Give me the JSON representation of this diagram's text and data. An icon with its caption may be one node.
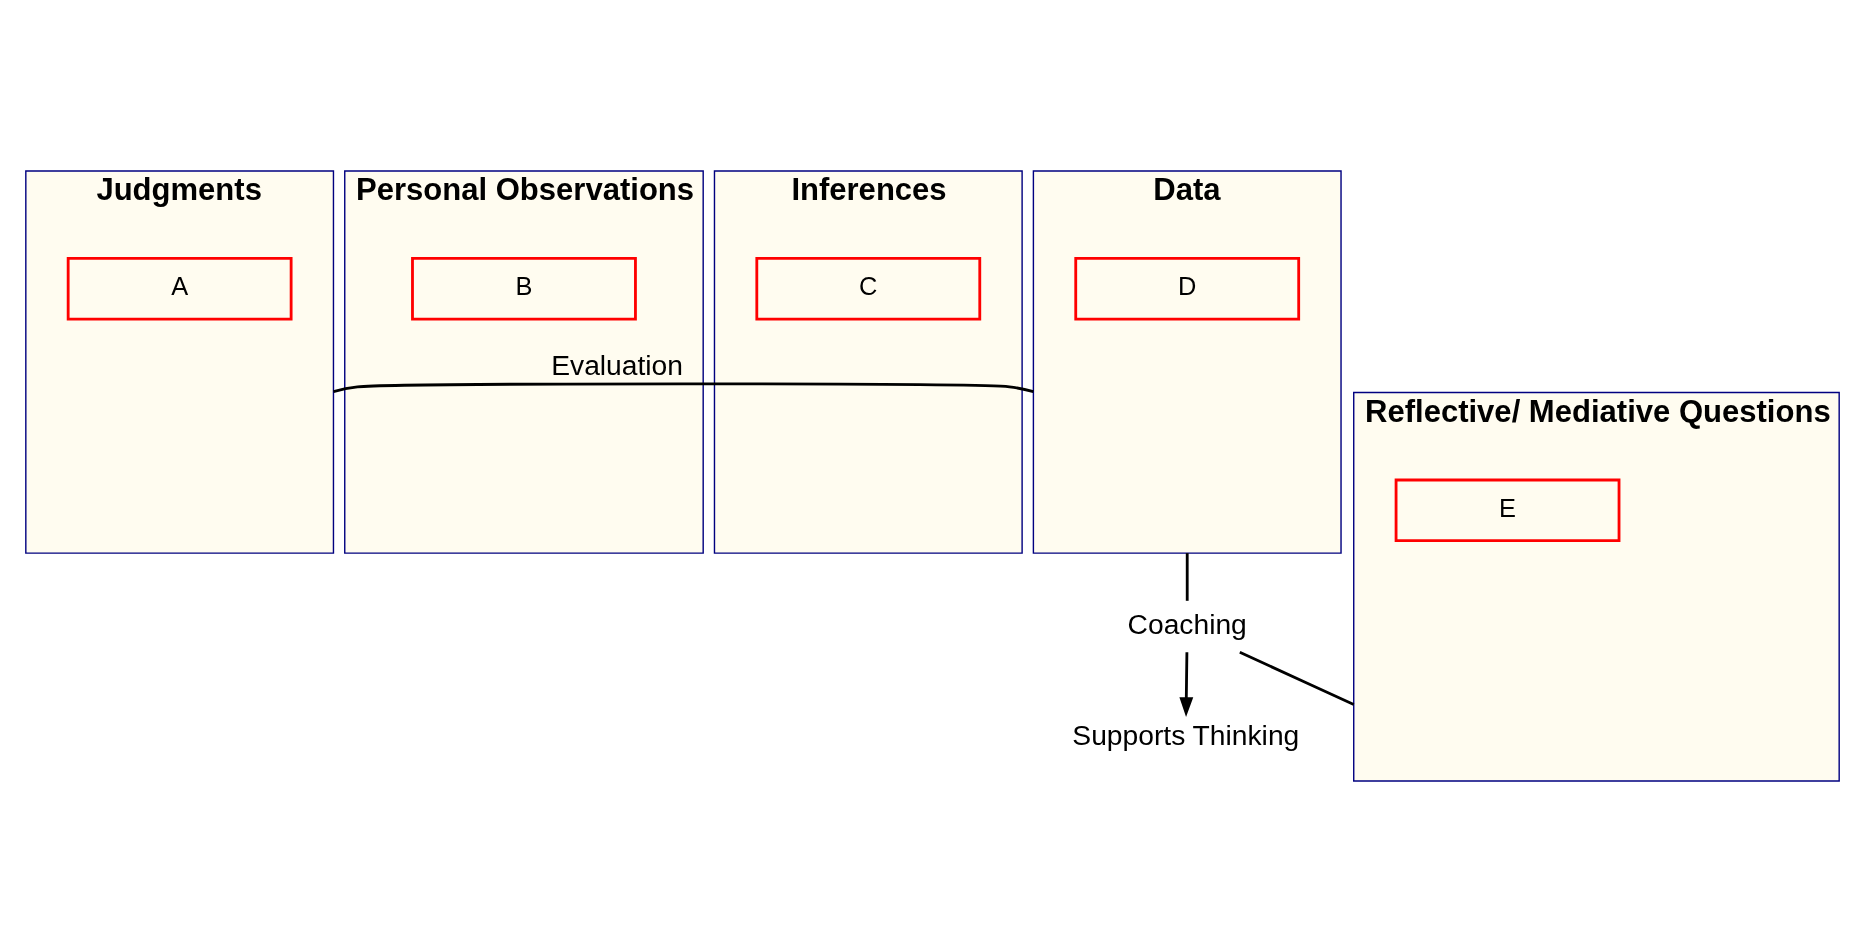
{
  "diagram": {
    "nodes": [
      {
        "text": [
          "Judgments"
        ]
      },
      {
        "text": [
          "A"
        ],
        "in": 0
      },
      {
        "text": [
          "Personal Observations"
        ]
      },
      {
        "text": [
          "B"
        ],
        "in": 2
      },
      {
        "text": [
          "Inferences"
        ]
      },
      {
        "text": [
          "C"
        ],
        "in": 4
      },
      {
        "text": [
          "Data"
        ]
      },
      {
        "text": [
          "D"
        ],
        "in": 6
      },
      {
        "text": [
          "Reflective/ Mediative Questions"
        ]
      },
      {
        "text": [
          "E"
        ],
        "in": 8
      },
      {
        "text": [
          "Coaching"
        ]
      },
      {
        "text": [
          "Supports Thinking"
        ]
      }
    ],
    "edges": [
      {
        "from": 0,
        "to": 6,
        "arrow": "none",
        "label": "Evaluation"
      },
      {
        "from": 6,
        "to": 10,
        "arrow": "none"
      },
      {
        "from": 10,
        "to": 8,
        "arrow": "none"
      },
      {
        "from": 10,
        "to": 11,
        "arrow": "to"
      }
    ]
  }
}
